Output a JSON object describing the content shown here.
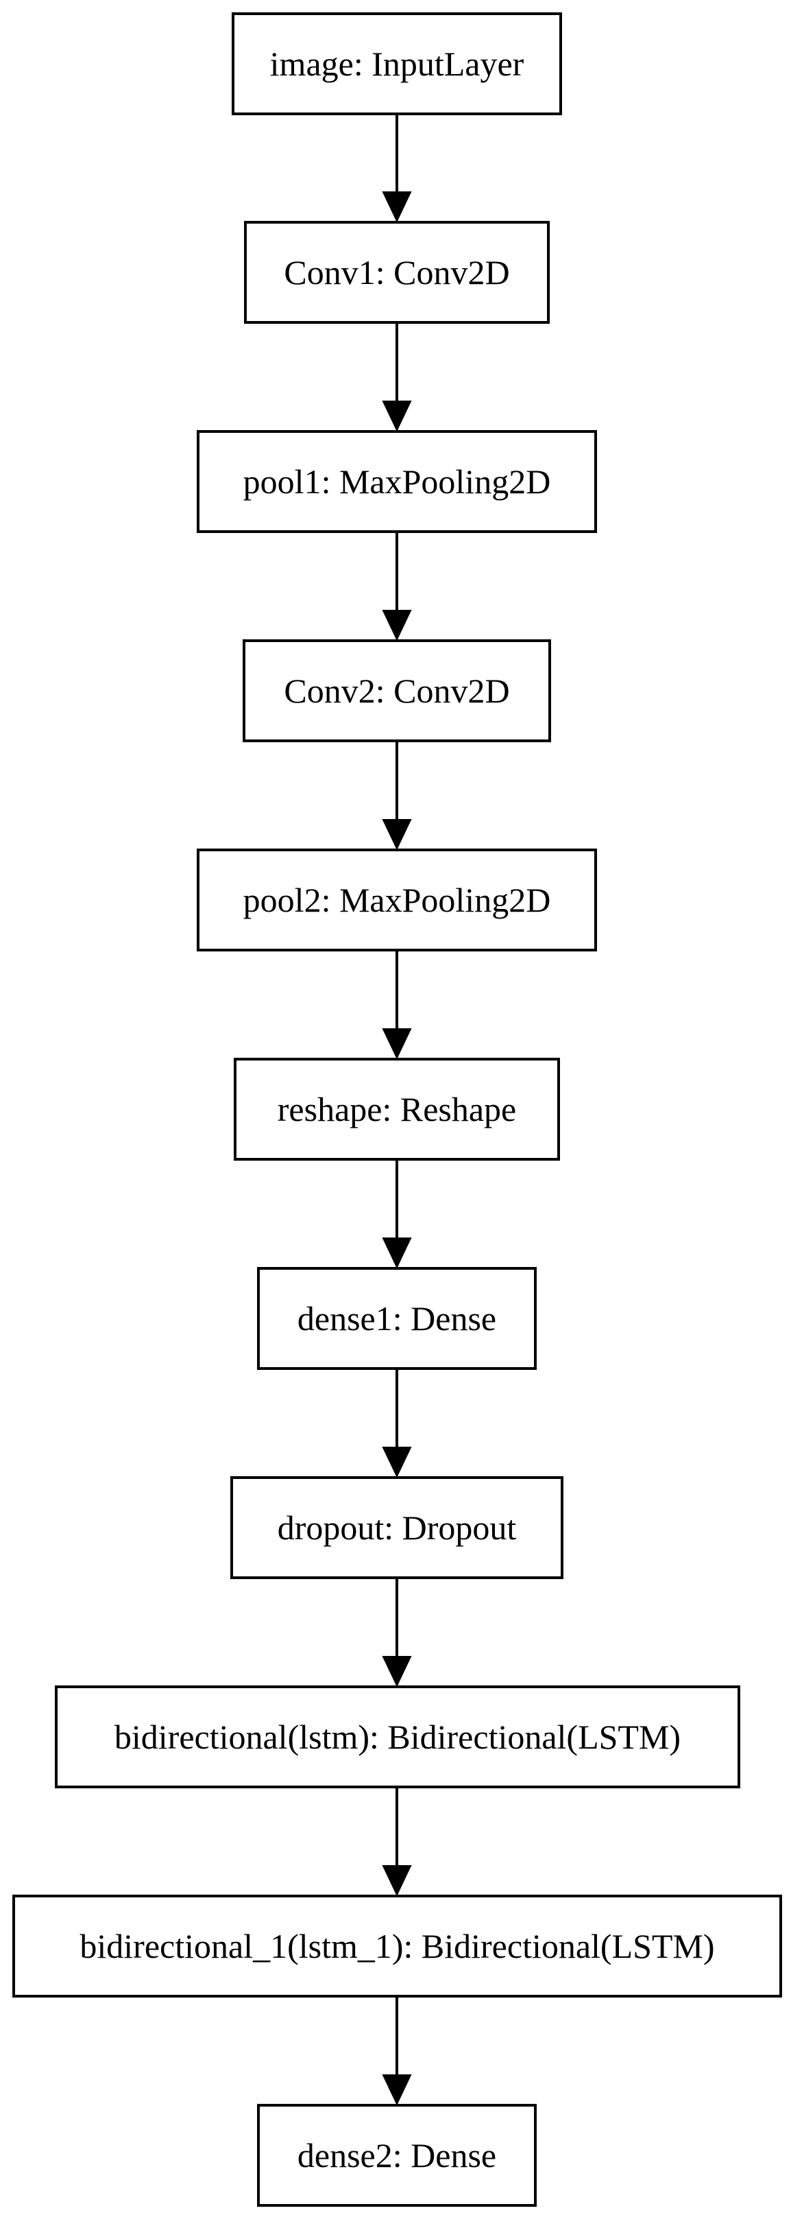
{
  "diagram": {
    "nodes": [
      {
        "id": "image",
        "label": "image: InputLayer"
      },
      {
        "id": "conv1",
        "label": "Conv1: Conv2D"
      },
      {
        "id": "pool1",
        "label": "pool1: MaxPooling2D"
      },
      {
        "id": "conv2",
        "label": "Conv2: Conv2D"
      },
      {
        "id": "pool2",
        "label": "pool2: MaxPooling2D"
      },
      {
        "id": "reshape",
        "label": "reshape: Reshape"
      },
      {
        "id": "dense1",
        "label": "dense1: Dense"
      },
      {
        "id": "dropout",
        "label": "dropout: Dropout"
      },
      {
        "id": "bidirectional",
        "label": "bidirectional(lstm): Bidirectional(LSTM)"
      },
      {
        "id": "bidirectional_1",
        "label": "bidirectional_1(lstm_1): Bidirectional(LSTM)"
      },
      {
        "id": "dense2",
        "label": "dense2: Dense"
      }
    ],
    "edges": [
      {
        "from": "image",
        "to": "conv1"
      },
      {
        "from": "conv1",
        "to": "pool1"
      },
      {
        "from": "pool1",
        "to": "conv2"
      },
      {
        "from": "conv2",
        "to": "pool2"
      },
      {
        "from": "pool2",
        "to": "reshape"
      },
      {
        "from": "reshape",
        "to": "dense1"
      },
      {
        "from": "dense1",
        "to": "dropout"
      },
      {
        "from": "dropout",
        "to": "bidirectional"
      },
      {
        "from": "bidirectional",
        "to": "bidirectional_1"
      },
      {
        "from": "bidirectional_1",
        "to": "dense2"
      }
    ],
    "colors": {
      "stroke": "#000000",
      "fill": "#ffffff",
      "text": "#000000"
    }
  }
}
